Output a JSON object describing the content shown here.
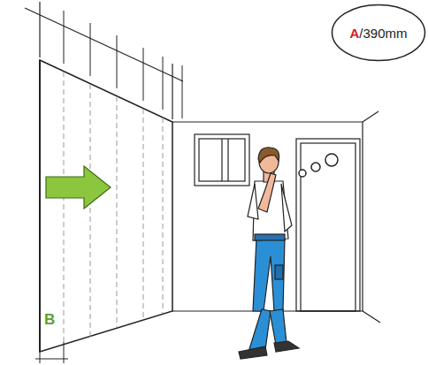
{
  "diagram": {
    "nodes": [
      {
        "text": [
          "A",
          "/390mm"
        ]
      }
    ],
    "labels": [
      "B"
    ]
  }
}
